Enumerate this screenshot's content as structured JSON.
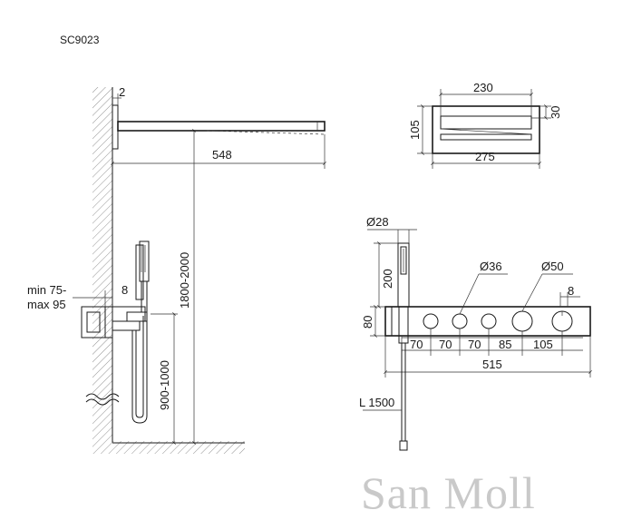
{
  "model_code": "SC9023",
  "brand_watermark": "San Moll",
  "side_view": {
    "wall_offset": "2",
    "arm_length": "548",
    "height_overhead": "1800-2000",
    "height_mixer": "900-1000",
    "depth_min": "min 75-",
    "depth_max": "max 95",
    "plate_thickness": "8"
  },
  "top_view": {
    "head_width": "230",
    "plate_width": "275",
    "plate_depth": "105",
    "head_depth": "30"
  },
  "front_view": {
    "handle_diameter": "Ø28",
    "handle_length": "200",
    "knob_small": "Ø36",
    "knob_large": "Ø50",
    "plate_thickness": "8",
    "panel_height": "80",
    "spacings": [
      "70",
      "70",
      "70",
      "85",
      "105"
    ],
    "panel_length": "515",
    "hose_length": "L 1500"
  }
}
